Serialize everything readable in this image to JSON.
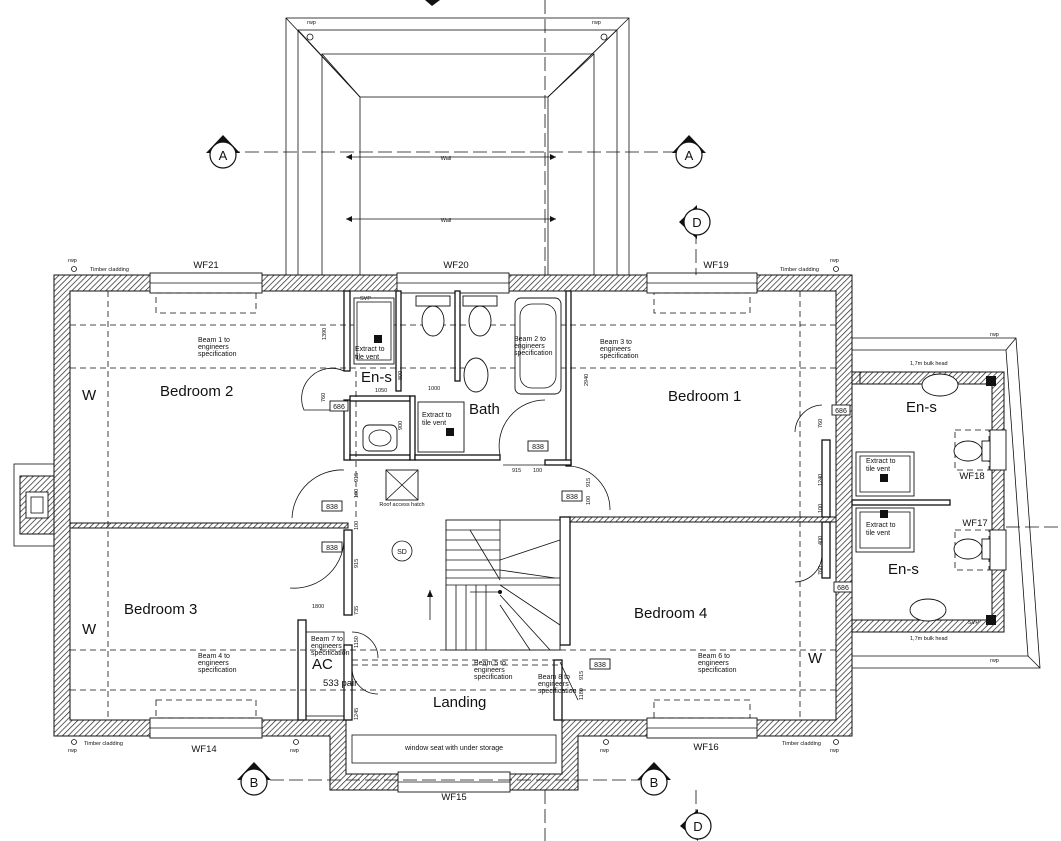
{
  "rooms": {
    "bedroom1": "Bedroom 1",
    "bedroom2": "Bedroom 2",
    "bedroom3": "Bedroom 3",
    "bedroom4": "Bedroom 4",
    "ensuite_left": "En-s",
    "ensuite_right": "En-s",
    "ensuite_right2": "En-s",
    "bath": "Bath",
    "landing": "Landing",
    "ac": "AC",
    "sd": "SD"
  },
  "wardrobes": {
    "w_b2": "W",
    "w_b3": "W",
    "w_b4": "W"
  },
  "windows": {
    "wf14": "WF14",
    "wf15": "WF15",
    "wf16": "WF16",
    "wf17": "WF17",
    "wf18": "WF18",
    "wf19": "WF19",
    "wf20": "WF20",
    "wf21": "WF21"
  },
  "section_markers": {
    "a": "A",
    "b": "B",
    "d": "D"
  },
  "notes": {
    "beam1": [
      "Beam 1 to",
      "engineers",
      "specification"
    ],
    "beam2": [
      "Beam 2 to",
      "engineers",
      "specification"
    ],
    "beam3": [
      "Beam 3 to",
      "engineers",
      "specification"
    ],
    "beam4": [
      "Beam 4 to",
      "engineers",
      "specification"
    ],
    "beam5": [
      "Beam 5 to",
      "engineers",
      "specification"
    ],
    "beam6": [
      "Beam 6 to",
      "engineers",
      "specification"
    ],
    "beam7": [
      "Beam 7 to",
      "engineers",
      "specification"
    ],
    "beam8": [
      "Beam 8 to",
      "engineers",
      "specification"
    ],
    "extract": [
      "Extract to",
      "tile vent"
    ],
    "roof_access": "Roof access hatch",
    "window_seat": "window seat with under storage",
    "timber_cladding": "Timber cladding",
    "bulk_head": "1,7m bulk head",
    "rwp": "rwp",
    "svp": "SVP",
    "wall": "Wall",
    "airing": "533 pair"
  },
  "doors": {
    "d838": "838",
    "d686": "686"
  },
  "dimensions": {
    "d1390": "1390",
    "d1050": "1050",
    "d760": "760",
    "d900": "900",
    "d800": "800",
    "d2940": "2940",
    "d915": "915",
    "d100": "100",
    "d1240": "1240",
    "d400": "400",
    "d1800": "1800",
    "d1180": "1180",
    "d1245": "1245",
    "d735": "735",
    "d1150": "1150",
    "d1000": "1000"
  }
}
